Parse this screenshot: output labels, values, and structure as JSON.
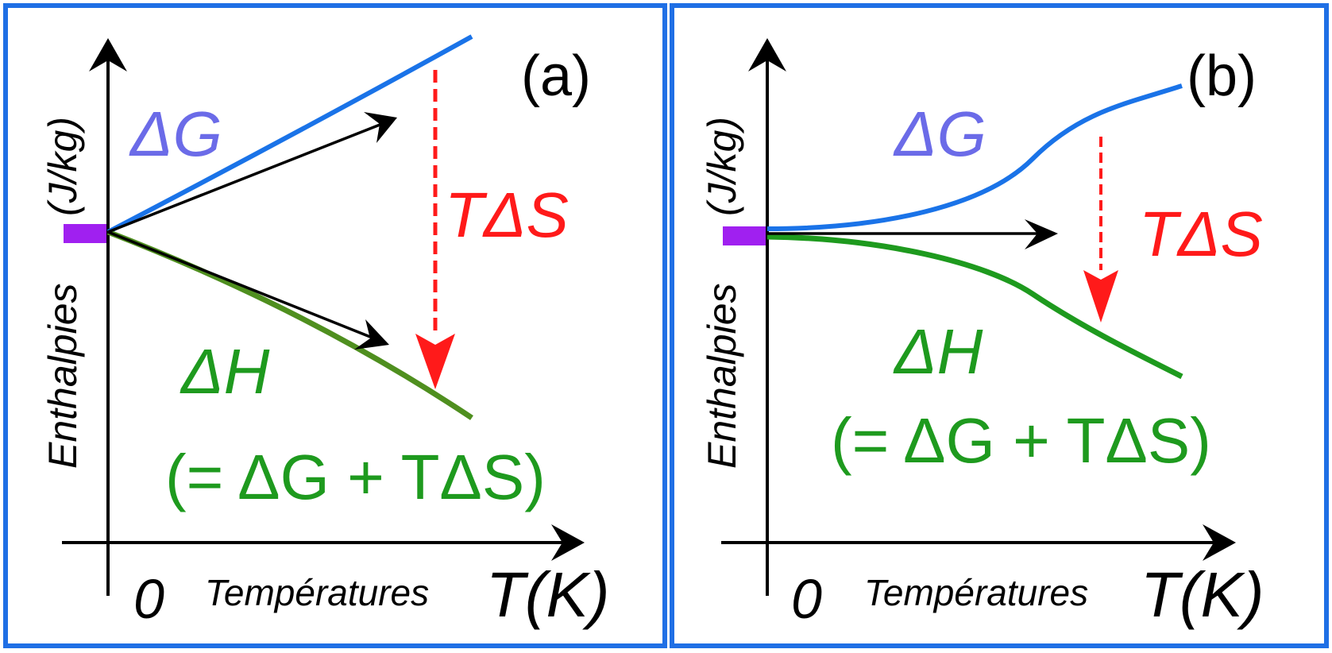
{
  "colors": {
    "frame": "#1f6fe5",
    "dg_curve": "#1a73e8",
    "dg_text": "#6b6be8",
    "dh_curve": "#1e9a1e",
    "dh_curve_a": "#4f8f1f",
    "tds": "#ff1a1a",
    "marker": "#a020f0",
    "axis": "#000000",
    "arrow": "#000000"
  },
  "panels": [
    {
      "id": "a",
      "panel_label": "(a)",
      "y_axis_label": "Enthalpies",
      "y_axis_unit": "(J/kg)",
      "x_axis_zero": "0",
      "x_axis_label": "Températures",
      "x_axis_unit": "T(K)",
      "dG_label": "ΔG",
      "tdS_label": "TΔS",
      "dH_label": "ΔH",
      "dH_formula": "(= ΔG + TΔS)",
      "shape": "linear-divergence"
    },
    {
      "id": "b",
      "panel_label": "(b)",
      "y_axis_label": "Enthalpies",
      "y_axis_unit": "(J/kg)",
      "x_axis_zero": "0",
      "x_axis_label": "Températures",
      "x_axis_unit": "T(K)",
      "dG_label": "ΔG",
      "tdS_label": "TΔS",
      "dH_label": "ΔH",
      "dH_formula": "(= ΔG + TΔS)",
      "shape": "flat-start-divergence"
    }
  ]
}
